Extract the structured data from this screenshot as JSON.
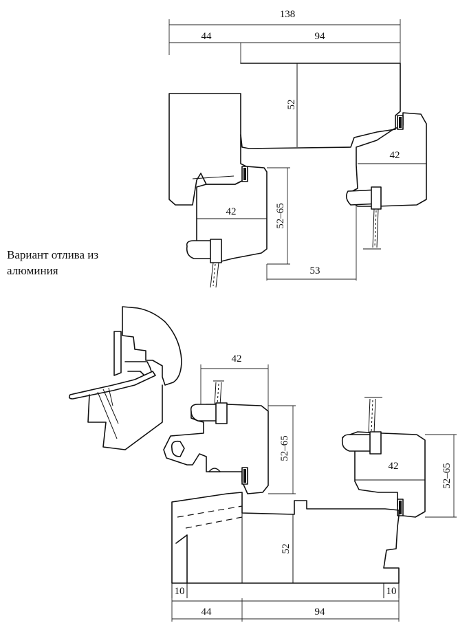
{
  "caption": {
    "line1": "Вариант отлива из",
    "line2": "алюминия"
  },
  "top_section": {
    "total_width": "138",
    "frame_width": "44",
    "sash_width": "94",
    "sash_height": "52",
    "inner_sash_depth": "42",
    "outer_sash_depth": "42",
    "range_height": "52–65",
    "offset": "53"
  },
  "bottom_section": {
    "upper_sash_width": "42",
    "left_range_height": "52–65",
    "right_sash_depth": "42",
    "right_range_height": "52–65",
    "sash_height": "52",
    "left_notch": "10",
    "right_notch": "10",
    "frame_width": "44",
    "sash_width": "94"
  }
}
